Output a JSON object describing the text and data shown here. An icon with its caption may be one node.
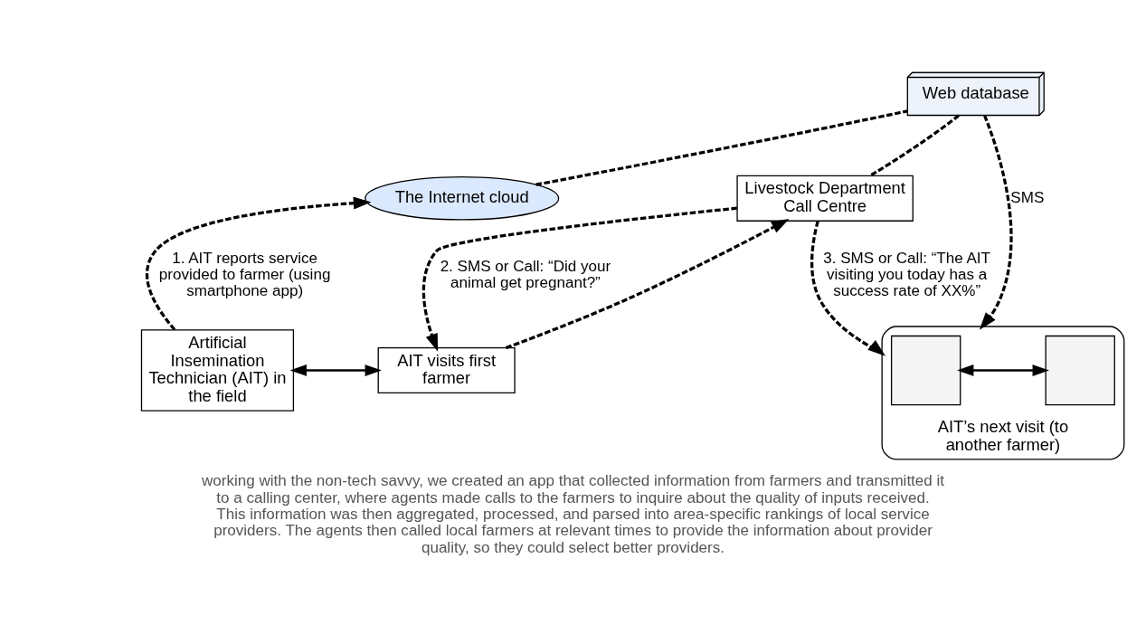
{
  "diagram": {
    "caption": "working with the non-tech savvy, we created an app that collected information from farmers and transmitted it to a calling center, where agents made calls to the farmers to inquire about the quality of inputs received. This information was then aggregated, processed, and parsed into area-specific rankings of local service providers. The agents then called local farmers at relevant times to provide the information about provider quality, so they could select better providers.",
    "nodes": [
      {
        "text": [
          "Web database"
        ]
      },
      {
        "text": [
          "The Internet cloud"
        ]
      },
      {
        "text": [
          "Livestock Department Call Centre"
        ]
      },
      {
        "text": [
          "Artificial Insemination Technician (AIT) in the field"
        ]
      },
      {
        "text": [
          "AIT visits first farmer"
        ]
      },
      {
        "text": [
          "AIT’s next visit (to another farmer)"
        ]
      },
      {
        "text": [],
        "shape": "box",
        "in": 5
      },
      {
        "text": [],
        "shape": "box",
        "in": 5
      }
    ],
    "edges": [
      {
        "from": 1,
        "to": 0,
        "arrow": "none",
        "style": "dashed"
      },
      {
        "from": 0,
        "to": 2,
        "arrow": "none",
        "style": "dashed"
      },
      {
        "from": 0,
        "to": 5,
        "arrow": "to",
        "label": "SMS",
        "style": "dashed"
      },
      {
        "from": 2,
        "to": 5,
        "arrow": "to",
        "label": "3. SMS or Call: “The AIT visiting you today has a success rate of XX%”",
        "style": "dashed"
      },
      {
        "from": 3,
        "to": 1,
        "arrow": "to",
        "label": "1. AIT reports service provided to farmer (using smartphone app)",
        "style": "dashed"
      },
      {
        "from": 4,
        "to": 2,
        "arrow": "to",
        "style": "dashed"
      },
      {
        "from": 2,
        "to": 4,
        "arrow": "to",
        "label": "2. SMS or Call: “Did your animal get pregnant?”",
        "style": "dashed"
      },
      {
        "from": 3,
        "to": 4,
        "arrow": "both"
      },
      {
        "from": 6,
        "to": 7,
        "arrow": "both"
      }
    ]
  }
}
